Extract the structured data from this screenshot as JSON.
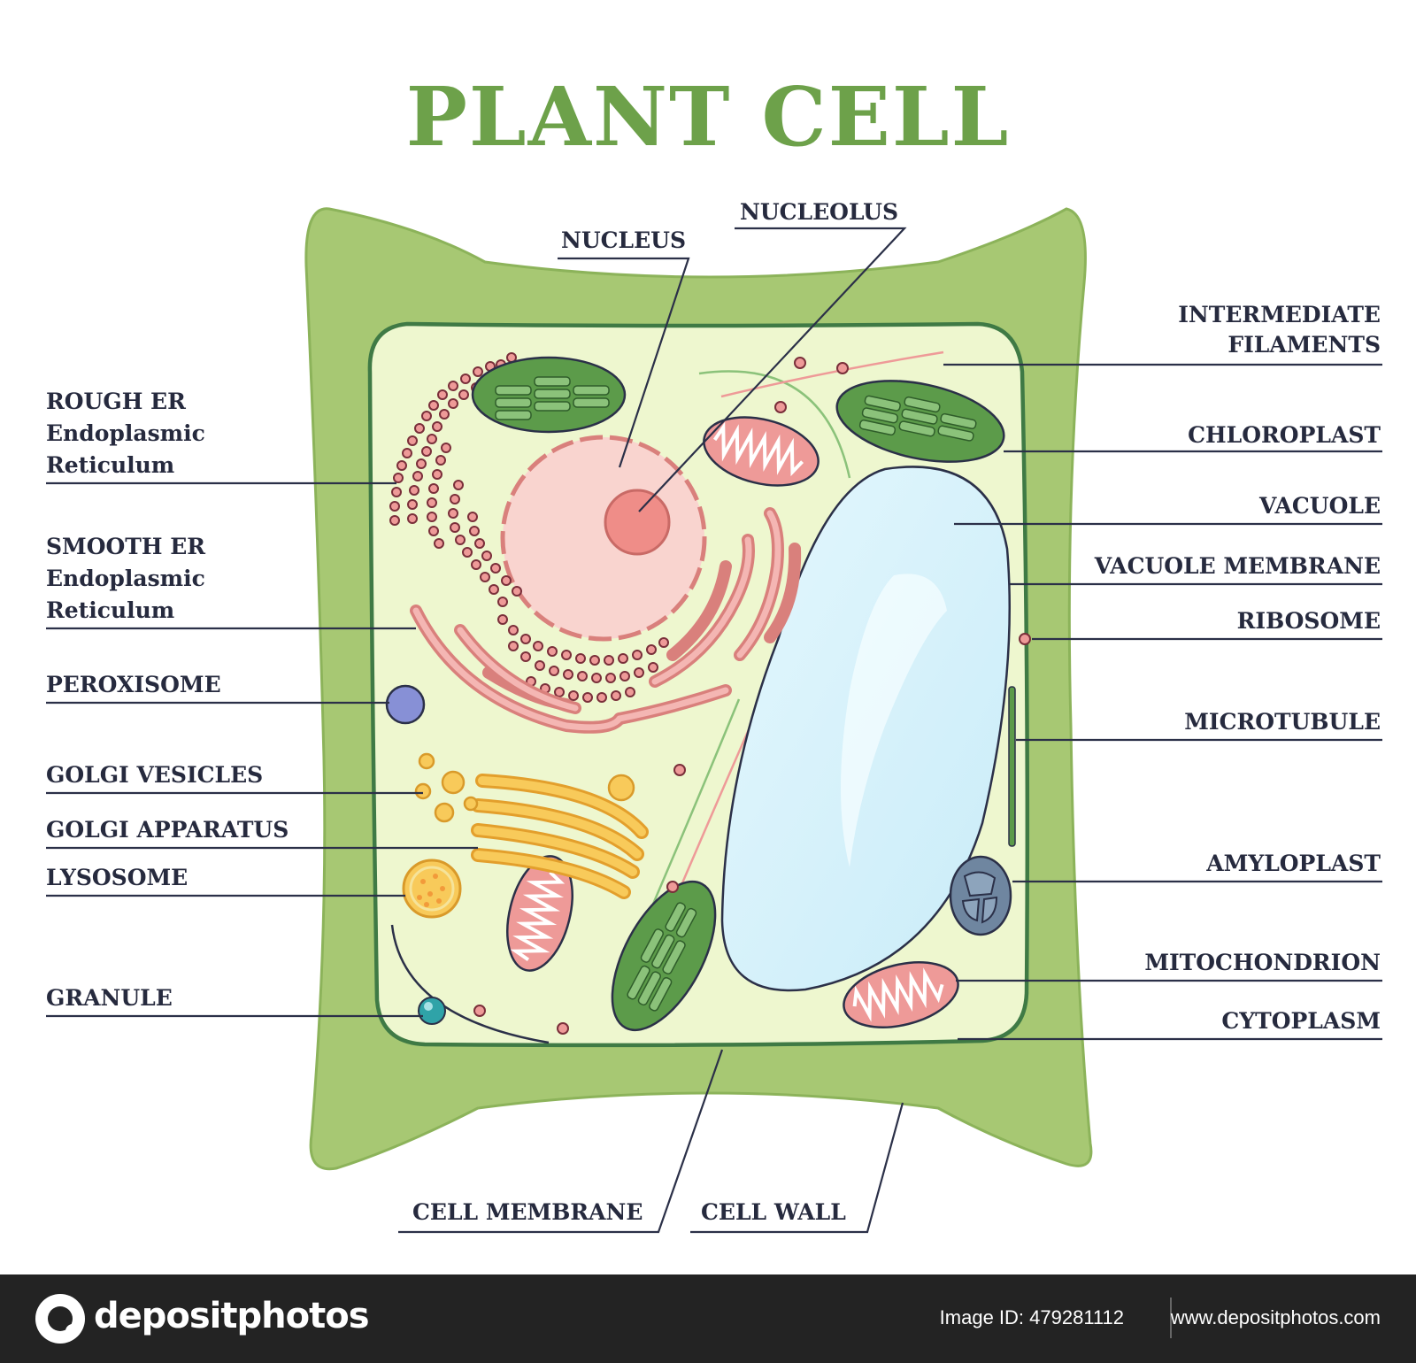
{
  "title": "PLANT CELL",
  "colors": {
    "title": "#6da14a",
    "label_text": "#262a3e",
    "leader_line": "#2b3048",
    "cell_wall": "#a7c873",
    "cytoplasm": "#eef7cf",
    "membrane": "#3f7a45",
    "nucleus": "#f9d4cf",
    "nucleolus": "#ef8d88",
    "er": "#ee9a98",
    "chloroplast": "#5c9b4a",
    "vacuole": "#d2f0fb",
    "golgi": "#f8ca5a",
    "peroxisome": "#8790d6",
    "amyloplast": "#6f86a0",
    "granule": "#2fa3a8",
    "footer": "#232323"
  },
  "labels": {
    "nucleus": "NUCLEUS",
    "nucleolus": "NUCLEOLUS",
    "rough_er": [
      "ROUGH ER",
      "Endoplasmic",
      "Reticulum"
    ],
    "smooth_er": [
      "SMOOTH ER",
      "Endoplasmic",
      "Reticulum"
    ],
    "peroxisome": "PEROXISOME",
    "golgi_vesicles": "GOLGI VESICLES",
    "golgi_apparatus": "GOLGI APPARATUS",
    "lysosome": "LYSOSOME",
    "granule": "GRANULE",
    "intermediate_filaments": [
      "INTERMEDIATE",
      "FILAMENTS"
    ],
    "chloroplast": "CHLOROPLAST",
    "vacuole": "VACUOLE",
    "vacuole_membrane": "VACUOLE MEMBRANE",
    "ribosome": "RIBOSOME",
    "microtubule": "MICROTUBULE",
    "amyloplast": "AMYLOPLAST",
    "mitochondrion": "MITOCHONDRION",
    "cytoplasm": "CYTOPLASM",
    "cell_membrane": "CELL MEMBRANE",
    "cell_wall": "CELL WALL"
  },
  "footer": {
    "brand": "depositphotos",
    "image_id": "Image ID: 479281112",
    "website": "www.depositphotos.com"
  }
}
